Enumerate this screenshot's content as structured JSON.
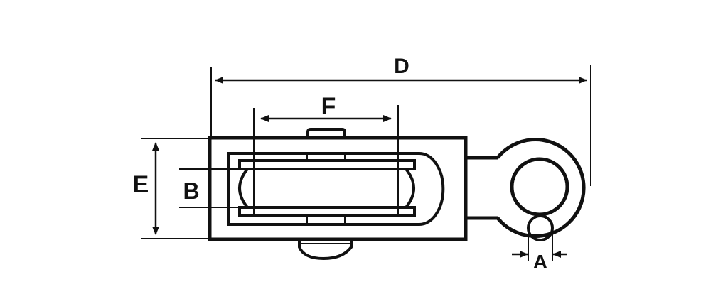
{
  "labels": {
    "overall_length": "D",
    "sheave_width": "F",
    "body_height": "E",
    "sheave_groove": "B",
    "eye_diameter": "A"
  },
  "colors": {
    "line": "#111111",
    "background": "#ffffff"
  }
}
